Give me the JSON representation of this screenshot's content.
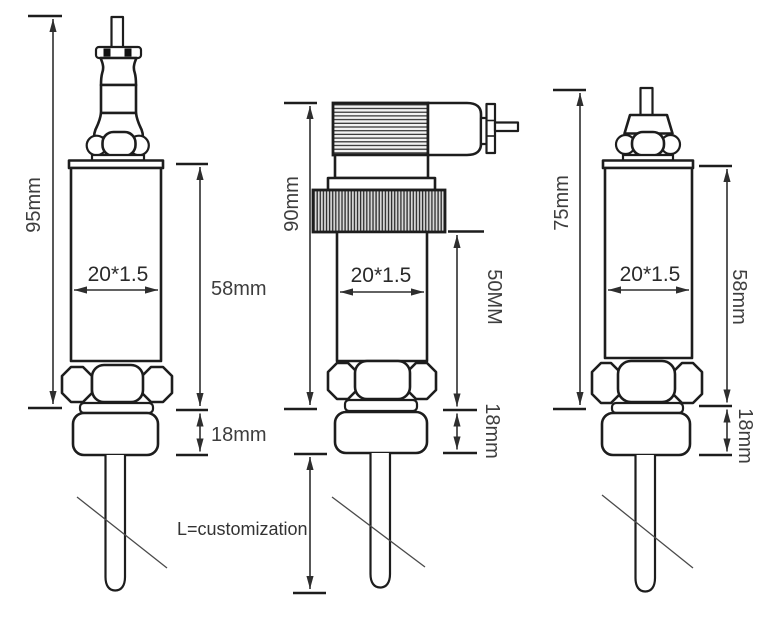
{
  "figures": [
    {
      "position": "left",
      "overall_height": "95mm",
      "thread": "20*1.5",
      "body_length": "58mm",
      "fitting_length": "18mm"
    },
    {
      "position": "middle",
      "overall_height": "90mm",
      "thread": "20*1.5",
      "body_length": "50MM",
      "fitting_length": "18mm"
    },
    {
      "position": "right",
      "overall_height": "75mm",
      "thread": "20*1.5",
      "body_length": "58mm",
      "fitting_length": "18mm"
    }
  ],
  "annotation": {
    "probe_length_note": "L=customization"
  },
  "colors": {
    "line": "#1d1d1d",
    "dimension": "#2e2e2e",
    "text": "#3e3e3e",
    "background": "#ffffff"
  }
}
